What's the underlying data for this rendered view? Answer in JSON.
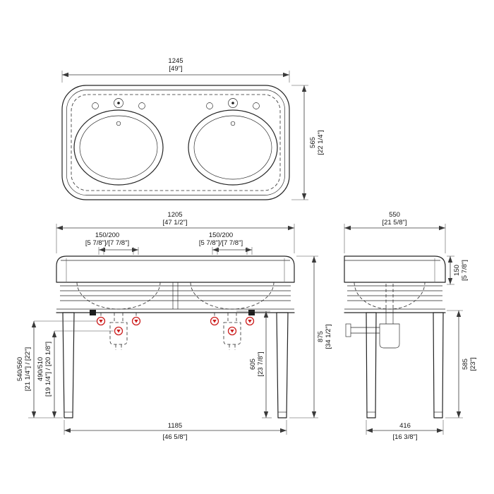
{
  "views": {
    "top": {
      "width_mm": "1245",
      "width_in": "[49\"]",
      "depth_mm": "565",
      "depth_in": "[22 1/4\"]"
    },
    "front": {
      "overall_width_mm": "1205",
      "overall_width_in": "[47 1/2\"]",
      "faucet_spacing_left_mm": "150/200",
      "faucet_spacing_left_in": "[5 7/8\"]/[7 7/8\"]",
      "faucet_spacing_right_mm": "150/200",
      "faucet_spacing_right_in": "[5 7/8\"]/[7 7/8\"]",
      "supply_height_mm": "540/560",
      "supply_height_in": "[21 1/4\"] / [22\"]",
      "drain_height_mm": "490/510",
      "drain_height_in": "[19 1/4\"] / [20 1/8\"]",
      "trap_height_mm": "605",
      "trap_height_in": "[23 7/8\"]",
      "overall_height_mm": "875",
      "overall_height_in": "[34 1/2\"]",
      "base_width_mm": "1185",
      "base_width_in": "[46 5/8\"]"
    },
    "side": {
      "overall_depth_mm": "550",
      "overall_depth_in": "[21 5/8\"]",
      "apron_height_mm": "150",
      "apron_height_in": "[5 7/8\"]",
      "clearance_height_mm": "585",
      "clearance_height_in": "[23\"]",
      "base_depth_mm": "416",
      "base_depth_in": "[16 3/8\"]"
    }
  },
  "symbols": {
    "supply_marker": "water-supply-connection-marker",
    "drain_marker": "drain-connection-marker"
  },
  "colors": {
    "line": "#242424",
    "dimension": "#3a3a3a",
    "marker_red": "#cc1f1f",
    "background": "#ffffff"
  }
}
